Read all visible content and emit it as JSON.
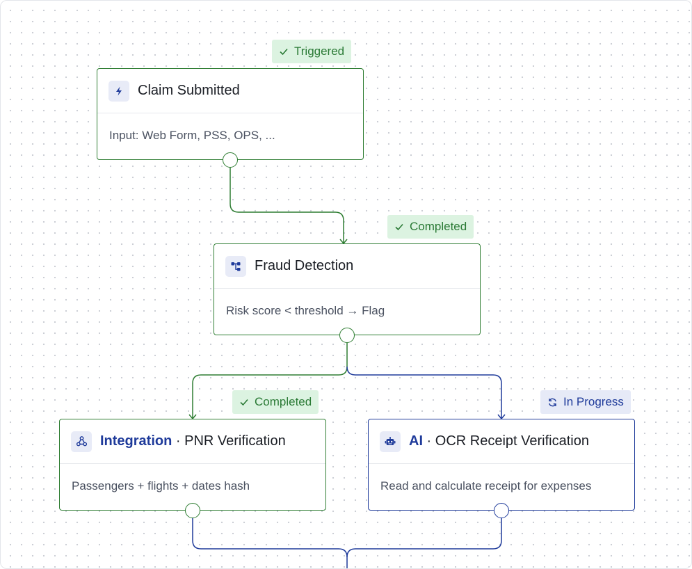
{
  "colors": {
    "completed_green": "#2e7d32",
    "in_progress_blue": "#1e3a9a",
    "badge_green_bg": "#dcf3e1",
    "badge_blue_bg": "#e6eaf7"
  },
  "nodes": {
    "claim": {
      "icon": "lightning-icon",
      "title": "Claim Submitted",
      "body": "Input: Web Form, PSS, OPS, ...",
      "status": "Triggered"
    },
    "fraud": {
      "icon": "workflow-icon",
      "title": "Fraud Detection",
      "body": "Risk score < threshold → Flag",
      "status": "Completed"
    },
    "integration": {
      "icon": "webhook-icon",
      "kind": "Integration",
      "title": " · PNR Verification",
      "body": "Passengers + flights + dates hash",
      "status": "Completed"
    },
    "ai": {
      "icon": "robot-icon",
      "kind": "AI",
      "title": " · OCR Receipt Verification",
      "body": "Read and calculate receipt for expenses",
      "status": "In Progress"
    }
  }
}
